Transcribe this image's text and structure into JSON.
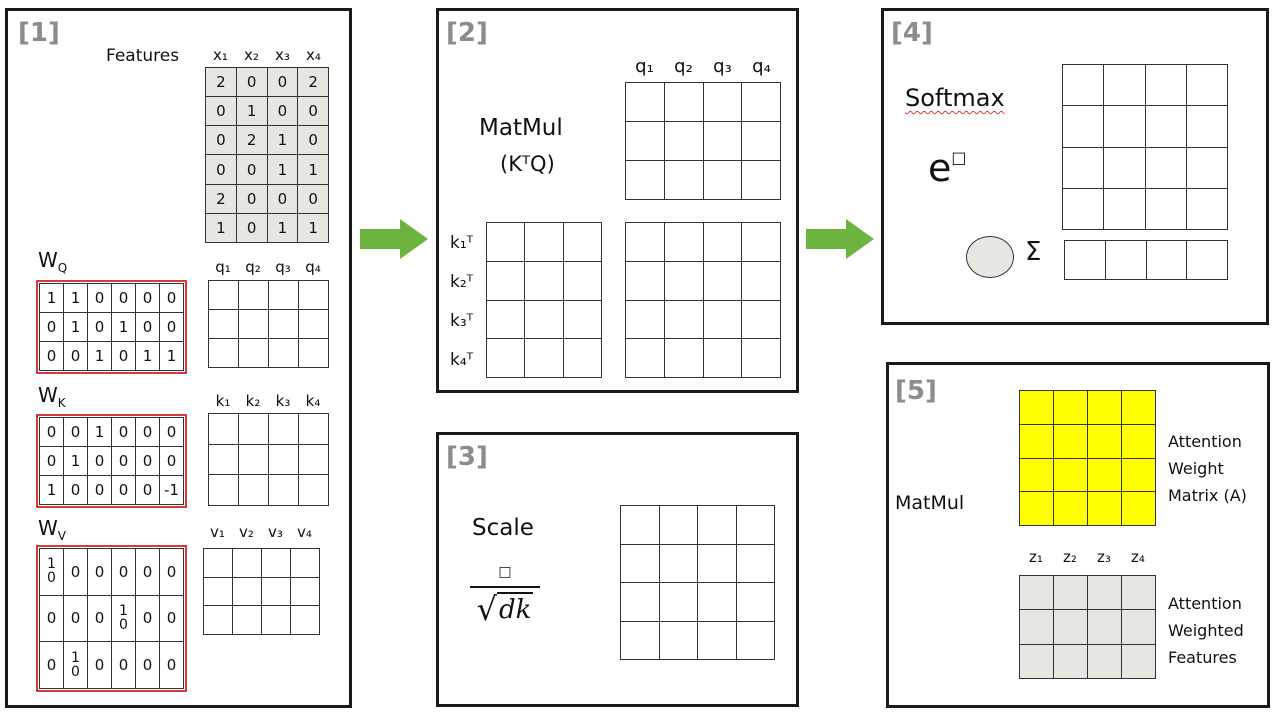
{
  "panels": [
    {
      "id": "p1",
      "label": "[1]"
    },
    {
      "id": "p2",
      "label": "[2]"
    },
    {
      "id": "p3",
      "label": "[3]"
    },
    {
      "id": "p4",
      "label": "[4]"
    },
    {
      "id": "p5",
      "label": "[5]"
    }
  ],
  "p1": {
    "features_label": "Features",
    "feature_cols": [
      "x₁",
      "x₂",
      "x₃",
      "x₄"
    ],
    "features": [
      [
        "2",
        "0",
        "0",
        "2"
      ],
      [
        "0",
        "1",
        "0",
        "0"
      ],
      [
        "0",
        "2",
        "1",
        "0"
      ],
      [
        "0",
        "0",
        "1",
        "1"
      ],
      [
        "2",
        "0",
        "0",
        "0"
      ],
      [
        "1",
        "0",
        "1",
        "1"
      ]
    ],
    "wq_label": "W",
    "wq_sub": "Q",
    "wq": [
      [
        "1",
        "1",
        "0",
        "0",
        "0",
        "0"
      ],
      [
        "0",
        "1",
        "0",
        "1",
        "0",
        "0"
      ],
      [
        "0",
        "0",
        "1",
        "0",
        "1",
        "1"
      ]
    ],
    "q_cols": [
      "q₁",
      "q₂",
      "q₃",
      "q₄"
    ],
    "wk_label": "W",
    "wk_sub": "K",
    "wk": [
      [
        "0",
        "0",
        "1",
        "0",
        "0",
        "0"
      ],
      [
        "0",
        "1",
        "0",
        "0",
        "0",
        "0"
      ],
      [
        "1",
        "0",
        "0",
        "0",
        "0",
        "-1"
      ]
    ],
    "k_cols": [
      "k₁",
      "k₂",
      "k₃",
      "k₄"
    ],
    "wv_label": "W",
    "wv_sub": "V",
    "wv": [
      [
        "1|0",
        "0",
        "0",
        "0",
        "0",
        "0"
      ],
      [
        "0",
        "0",
        "0",
        "1|0",
        "0",
        "0"
      ],
      [
        "0",
        "1|0",
        "0",
        "0",
        "0",
        "0"
      ]
    ],
    "v_cols": [
      "v₁",
      "v₂",
      "v₃",
      "v₄"
    ]
  },
  "p2": {
    "title_line1": "MatMul",
    "title_line2": "(KᵀQ)",
    "q_cols": [
      "q₁",
      "q₂",
      "q₃",
      "q₄"
    ],
    "k_rows": [
      "k₁ᵀ",
      "k₂ᵀ",
      "k₃ᵀ",
      "k₄ᵀ"
    ]
  },
  "p3": {
    "title": "Scale",
    "numerator": "□",
    "denominator": "dk"
  },
  "p4": {
    "title": "Softmax",
    "exp": "e",
    "exp_box": "□",
    "sigma": "Σ"
  },
  "p5": {
    "matmul": "MatMul",
    "attn_line1": "Attention",
    "attn_line2": "Weight",
    "attn_line3": "Matrix (A)",
    "z_cols": [
      "z₁",
      "z₂",
      "z₃",
      "z₄"
    ],
    "feat_line1": "Attention",
    "feat_line2": "Weighted",
    "feat_line3": "Features"
  },
  "colors": {
    "accent_arrow": "#6db33f",
    "weight_border": "#d63a3a",
    "attention": "#ffff00",
    "gray_cell": "#e8e6e0"
  }
}
